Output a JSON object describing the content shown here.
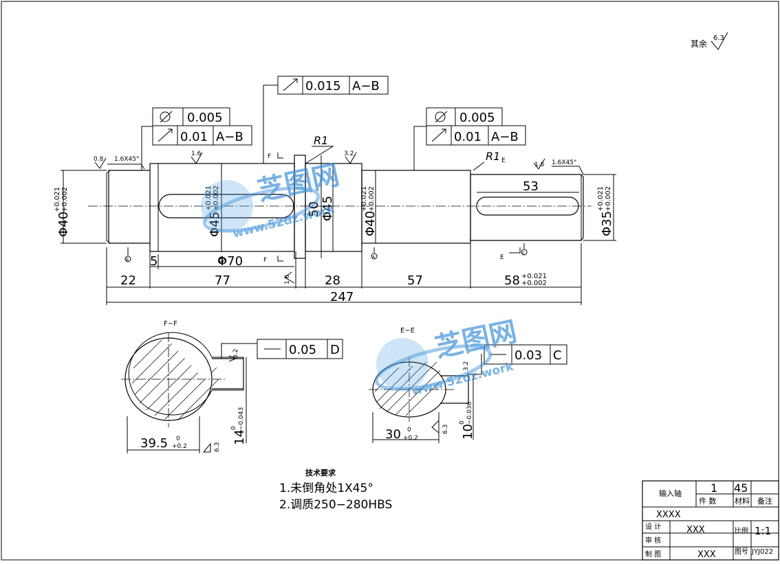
{
  "roughness_note": {
    "label": "其余",
    "value": "6.3"
  },
  "geometric_tolerances": {
    "runout_center": {
      "value": "0.015",
      "datum": "A−B"
    },
    "left_cyl": {
      "value": "0.005"
    },
    "left_runout": {
      "value": "0.01",
      "datum": "A−B"
    },
    "right_cyl": {
      "value": "0.005"
    },
    "right_runout": {
      "value": "0.01",
      "datum": "A−B"
    },
    "sym_ff": {
      "value": "0.05",
      "datum": "D"
    },
    "sym_ee": {
      "value": "0.03",
      "datum": "C"
    }
  },
  "radii": {
    "r1_left": "R1",
    "r1_right": "R1"
  },
  "roughness_marks": {
    "r08": "0.8",
    "r16a": "1.6",
    "r32a": "3.2",
    "r16b": "1.6",
    "r16c": "1.6",
    "r32b": "3.2",
    "r63a": "6.3",
    "r32c": "3.2",
    "r63b": "6.3"
  },
  "chamfers": {
    "left": "1.6X45°",
    "right": "1.6X45°"
  },
  "diameters": {
    "d40_left": "Φ40",
    "d40_left_tol_up": "+0.021",
    "d40_left_tol_lo": "+0.002",
    "d45_key": "Φ45",
    "d45_key_tol_up": "+0.021",
    "d45_key_tol_lo": "+0.002",
    "d50": "50",
    "d45": "Φ45",
    "d40_right": "Φ40",
    "d40_right_tol_up": "+0.021",
    "d40_right_tol_lo": "+0.002",
    "d35": "Φ35",
    "d35_tol_up": "+0.021",
    "d35_tol_lo": "+0.002"
  },
  "datum_labels": {
    "b": "B",
    "a": "A",
    "d": "D",
    "c": "C",
    "section_f1": "F",
    "section_f2": "F",
    "section_e1": "E",
    "section_e2": "E"
  },
  "lengths": {
    "key_offset": "5",
    "key_len": "Φ70",
    "key53": "53",
    "l22": "22",
    "l77": "77",
    "l28": "28",
    "l57": "57",
    "l58": "58",
    "l58_tol_up": "+0.021",
    "l58_tol_lo": "+0.002",
    "total": "247"
  },
  "sections": {
    "ff": {
      "title": "F−F",
      "dim_width": "39.5",
      "dim_width_tol_up": "0",
      "dim_width_tol_lo": "+0.2",
      "dim_key": "14",
      "dim_key_tol_up": "0",
      "dim_key_tol_lo": "−0.043"
    },
    "ee": {
      "title": "E−E",
      "dim_width": "30",
      "dim_width_tol_up": "0",
      "dim_width_tol_lo": "+0.2",
      "dim_key": "10",
      "dim_key_tol_up": "0",
      "dim_key_tol_lo": "−0.036"
    }
  },
  "watermarks": [
    {
      "text": "芝图网",
      "url": "www.52dz.work"
    },
    {
      "text": "芝图网",
      "url": "www.52dz.work"
    }
  ],
  "tech_req": {
    "title": "技术要求",
    "items": [
      "1.未倒角处1X45°",
      "2.调质250−280HBS"
    ]
  },
  "title_block": {
    "part_name": "输入轴",
    "qty": "1",
    "material": "45",
    "h_qty": "件 数",
    "h_material": "材料",
    "h_remark": "备注",
    "company": "XXXX",
    "design_label": "设 计",
    "design_name": "XXX",
    "check_label": "审 核",
    "draw_label": "制 图",
    "draw_name": "XXX",
    "scale_label": "比例",
    "scale": "1:1",
    "dwg_label": "图号",
    "dwg_no": "JYJ022"
  }
}
